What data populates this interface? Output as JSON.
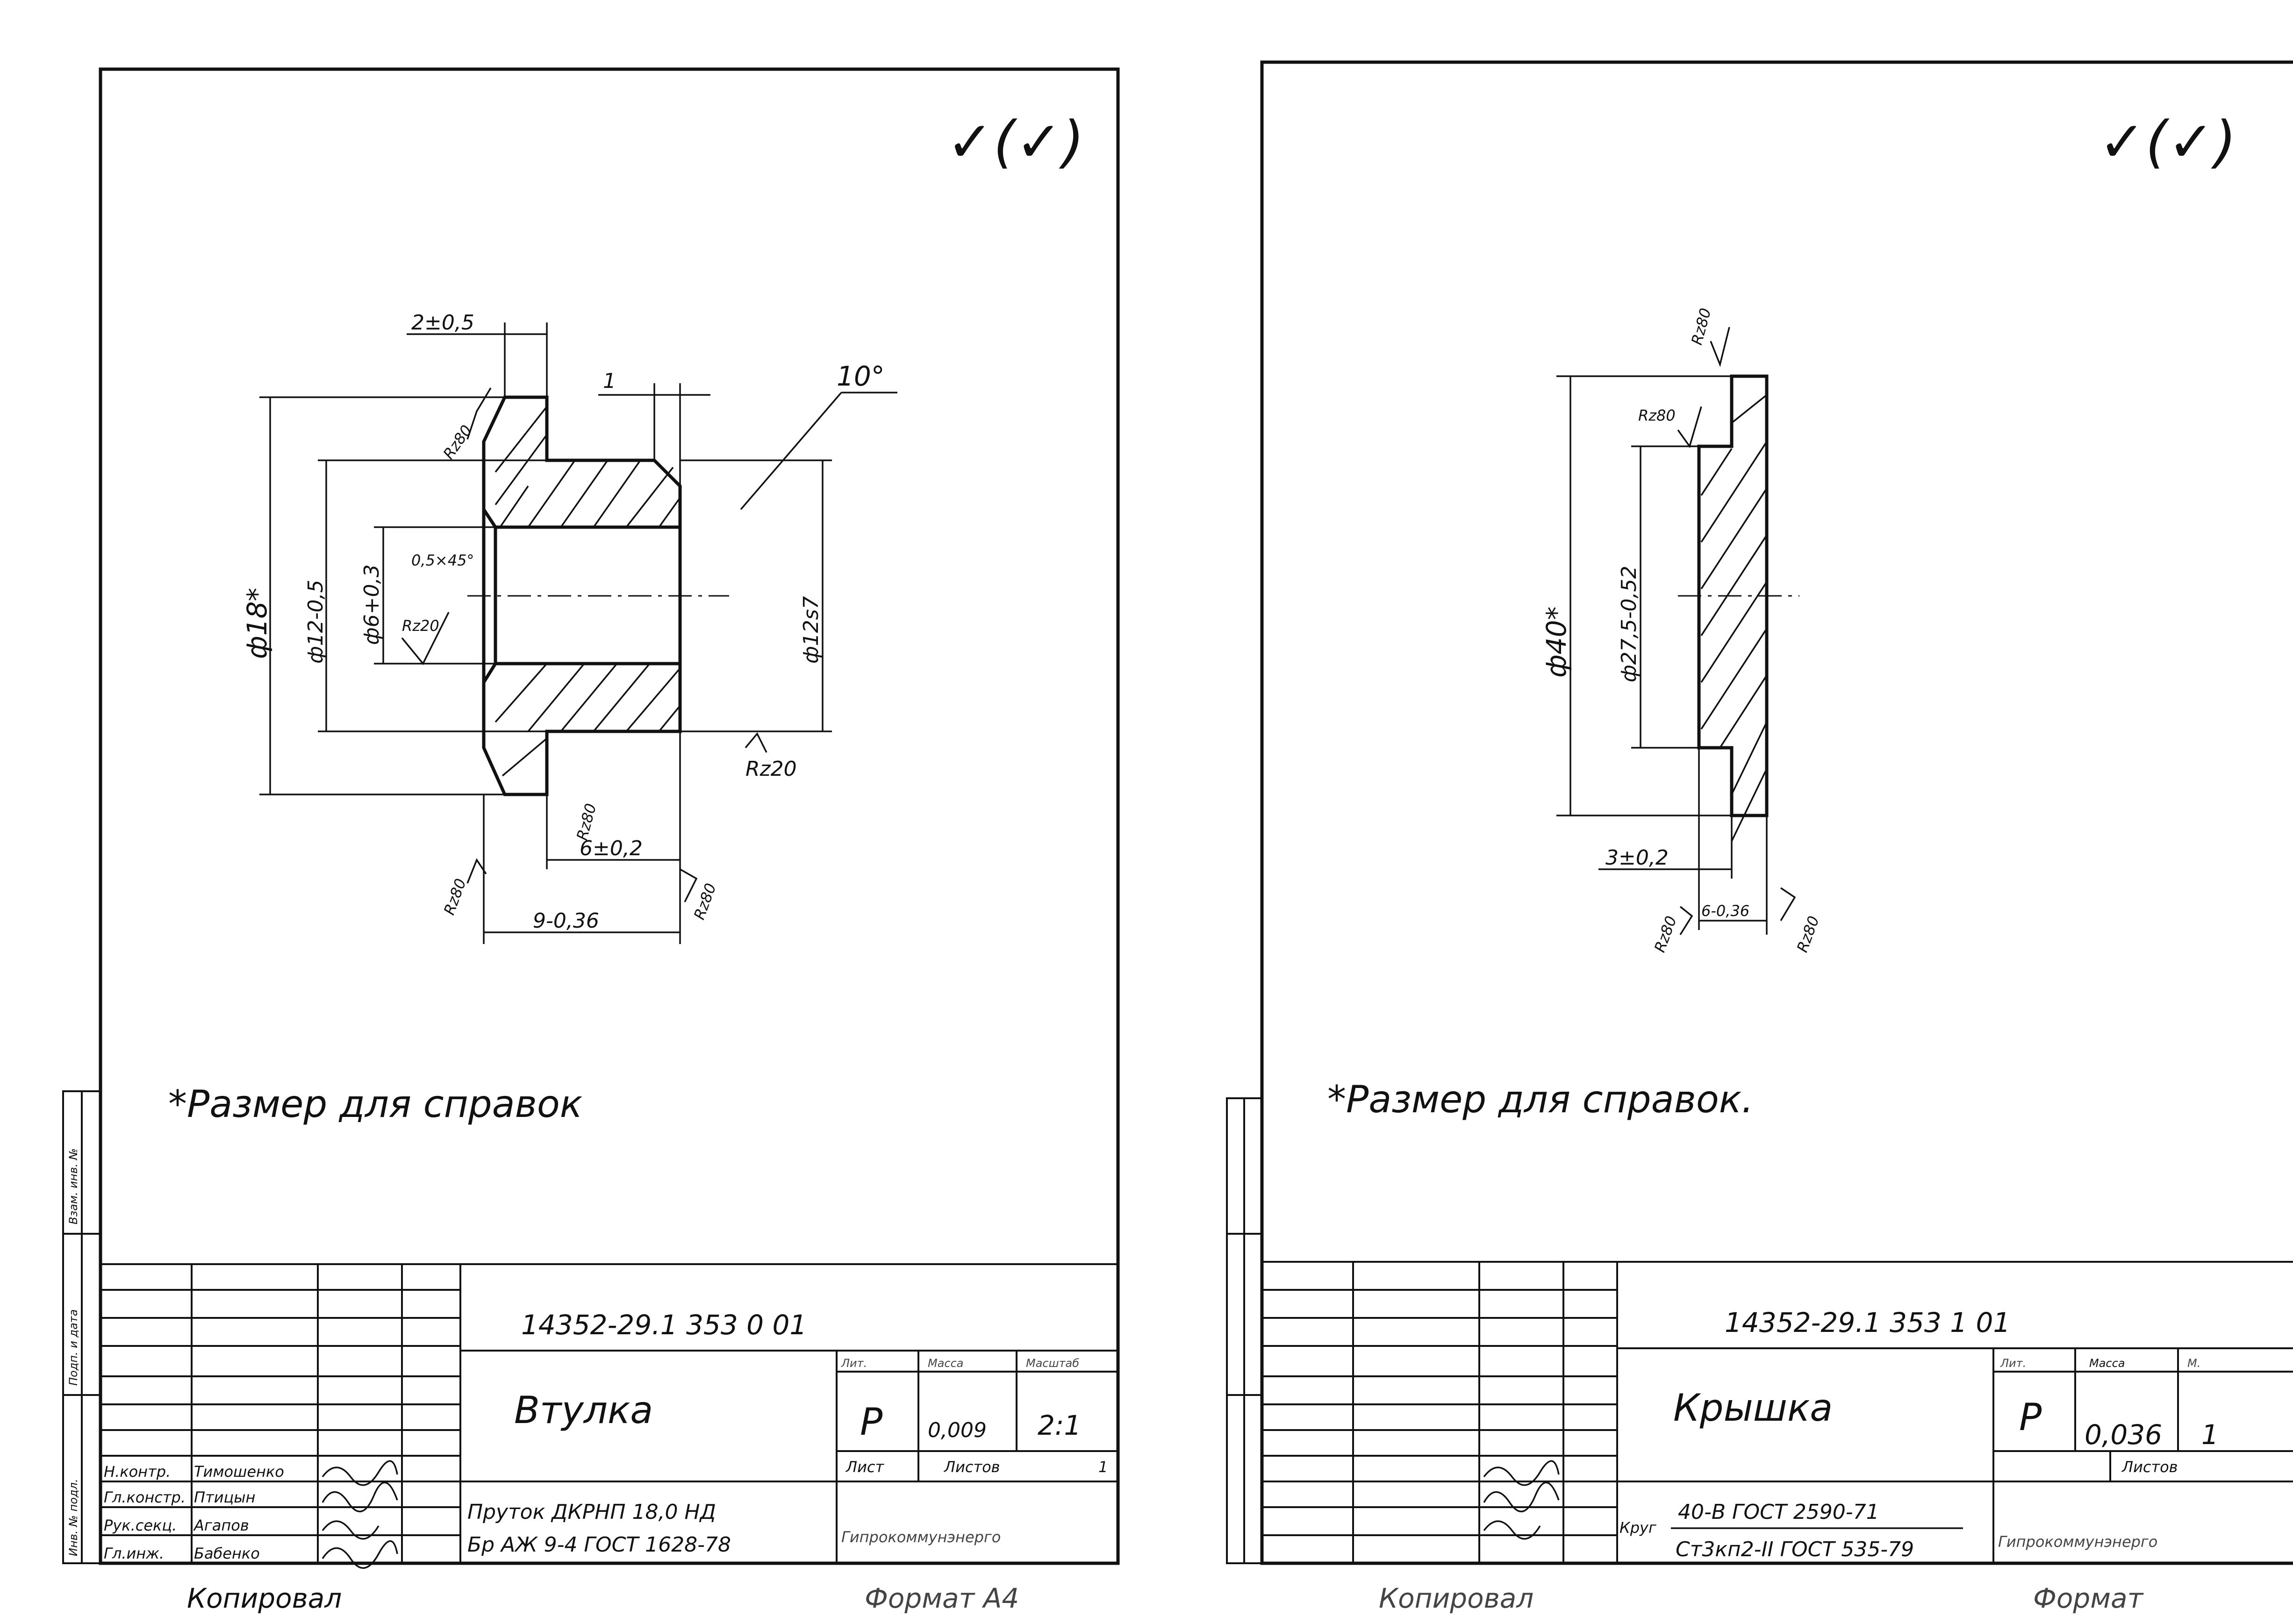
{
  "sheets": [
    {
      "roughness_symbol": "✓(✓)",
      "dims": {
        "d18": "ф18*",
        "d12_bore": "ф12-0,5",
        "d6": "ф6+0,3",
        "d12_shaft": "ф12s7",
        "chamfer_width": "2±0,5",
        "shoulder": "1",
        "angle": "10°",
        "chamfer": "0,5×45°",
        "len_6": "6±0,2",
        "len_9": "9-0,36",
        "rz80_a": "Rz80",
        "rz80_b": "Rz80",
        "rz80_c": "Rz80",
        "rz80_d": "Rz80",
        "rz20_a": "Rz20",
        "rz20_b": "Rz20"
      },
      "note": "*Размер   для  справок",
      "title_block": {
        "doc_number": "14352-29.1  353 0 01",
        "part_name": "Втулка",
        "lit_head": "Лит.",
        "mass_head": "Масса",
        "scale_head": "Масштаб",
        "lit": "Р",
        "mass": "0,009",
        "scale": "2:1",
        "sheet_label": "Лист",
        "sheets_label": "Листов",
        "sheets_value": "1",
        "material_1": "Пруток ДКРНП 18,0 НД",
        "material_2": "Бр АЖ 9-4 ГОСТ 1628-78",
        "org": "Гипрокоммунэнерго",
        "roles": [
          "Н.контр.",
          "Гл.констр.",
          "Рук.секц.",
          "Гл.инж."
        ],
        "names": [
          "Тимошенко",
          "Птицын",
          "Агапов",
          "Бабенко"
        ],
        "copied": "Копировал",
        "format": "Формат А4"
      },
      "side_labels": [
        "Инв. № подл.",
        "Подп. и дата",
        "Взам. инв. №"
      ]
    },
    {
      "roughness_symbol": "✓(✓)",
      "dims": {
        "d40": "ф40*",
        "d27": "ф27,5-0,52",
        "len_3": "3±0,2",
        "len_6": "6-0,36",
        "rz80_a": "Rz80",
        "rz80_b": "Rz80",
        "rz80_c": "Rz80",
        "rz80_d": "Rz80"
      },
      "note": "*Размер   для  справок.",
      "title_block": {
        "doc_number": "14352-29.1  353 1 01",
        "part_name": "Крышка",
        "lit_head": "Лит.",
        "mass_head": "Масса",
        "scale_head": "М.",
        "lit": "Р",
        "mass": "0,036",
        "scale": "1",
        "sheets_label": "Листов",
        "material_1": "40-В ГОСТ 2590-71",
        "material_2": "Ст3кп2-II ГОСТ 535-79",
        "material_prefix": "Круг",
        "org": "Гипрокоммунэнерго",
        "copied": "Копировал",
        "format": "Формат"
      }
    }
  ]
}
